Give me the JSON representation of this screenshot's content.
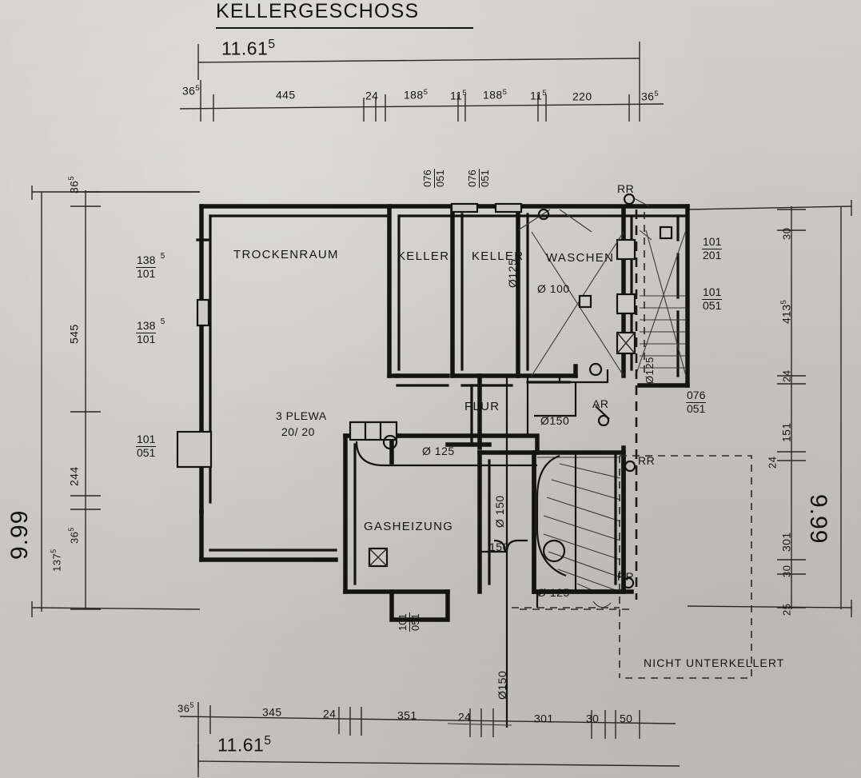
{
  "title": "KELLERGESCHOSS",
  "overall": {
    "top_total": "11.61",
    "top_total_sup": "5",
    "bottom_total": "11.61",
    "bottom_total_sup": "5",
    "left_total": "9.99",
    "right_total": "9.99"
  },
  "dim_chains": {
    "top": [
      {
        "v": "36",
        "s": "5"
      },
      {
        "v": "445",
        "s": ""
      },
      {
        "v": "24",
        "s": ""
      },
      {
        "v": "188",
        "s": "5"
      },
      {
        "v": "11",
        "s": "5"
      },
      {
        "v": "188",
        "s": "5"
      },
      {
        "v": "11",
        "s": "5"
      },
      {
        "v": "220",
        "s": ""
      },
      {
        "v": "36",
        "s": "5"
      }
    ],
    "bottom": [
      {
        "v": "36",
        "s": "5"
      },
      {
        "v": "345",
        "s": ""
      },
      {
        "v": "24",
        "s": ""
      },
      {
        "v": "351",
        "s": ""
      },
      {
        "v": "24",
        "s": ""
      },
      {
        "v": "301",
        "s": ""
      },
      {
        "v": "30",
        "s": ""
      },
      {
        "v": "50",
        "s": ""
      }
    ],
    "left": [
      {
        "v": "36",
        "s": "5"
      },
      {
        "v": "545",
        "s": ""
      },
      {
        "v": "244",
        "s": ""
      },
      {
        "v": "36",
        "s": "5"
      },
      {
        "v": "137",
        "s": "5"
      }
    ],
    "right": [
      {
        "v": "30",
        "s": ""
      },
      {
        "v": "413",
        "s": "5"
      },
      {
        "v": "24",
        "s": ""
      },
      {
        "v": "151",
        "s": ""
      },
      {
        "v": "24",
        "s": ""
      },
      {
        "v": "301",
        "s": ""
      },
      {
        "v": "30",
        "s": ""
      },
      {
        "v": "25",
        "s": ""
      }
    ]
  },
  "rooms": {
    "trockenraum": "TROCKENRAUM",
    "keller_1": "KELLER",
    "keller_2": "KELLER",
    "waschen": "WASCHEN",
    "flur": "FLUR",
    "gasheizung": "GASHEIZUNG"
  },
  "notes": {
    "plewa": "3 PLEWA",
    "plewa_size": "20/ 20",
    "nicht_unterkellert": "NICHT UNTERKELLERT",
    "ar": "AR",
    "rr_top": "RR",
    "rr_mid": "RR",
    "rr_bottom": "RR"
  },
  "pipes": {
    "p_keller_125": "Ø125",
    "p_waschen_100": "Ø 100",
    "p_flur_150": "Ø150",
    "p_gas_125": "Ø 125",
    "p_vert_150": "Ø 150",
    "p_150b": "150",
    "p_bottom_125": "Ø 125",
    "p_bottom_150": "Ø150",
    "p_stair_125": "Ø125"
  },
  "openings": {
    "top_w1": {
      "num": "076",
      "den": "051"
    },
    "top_w2": {
      "num": "076",
      "den": "051"
    },
    "left_w1": {
      "num": "138",
      "den": "101",
      "sup": "5"
    },
    "left_w2": {
      "num": "138",
      "den": "101",
      "sup": "5"
    },
    "left_w3": {
      "num": "101",
      "den": "051",
      "sup": ""
    },
    "right_d1": {
      "num": "101",
      "den": "201",
      "sup": ""
    },
    "right_w1": {
      "num": "101",
      "den": "051",
      "sup": ""
    },
    "right_w2": {
      "num": "076",
      "den": "051",
      "sup": ""
    },
    "bottom_w1": {
      "num": "101",
      "den": "051",
      "sup": ""
    }
  },
  "colors": {
    "paper": "#cdcbc7",
    "ink": "#15150f",
    "thin": "#4a4843"
  }
}
